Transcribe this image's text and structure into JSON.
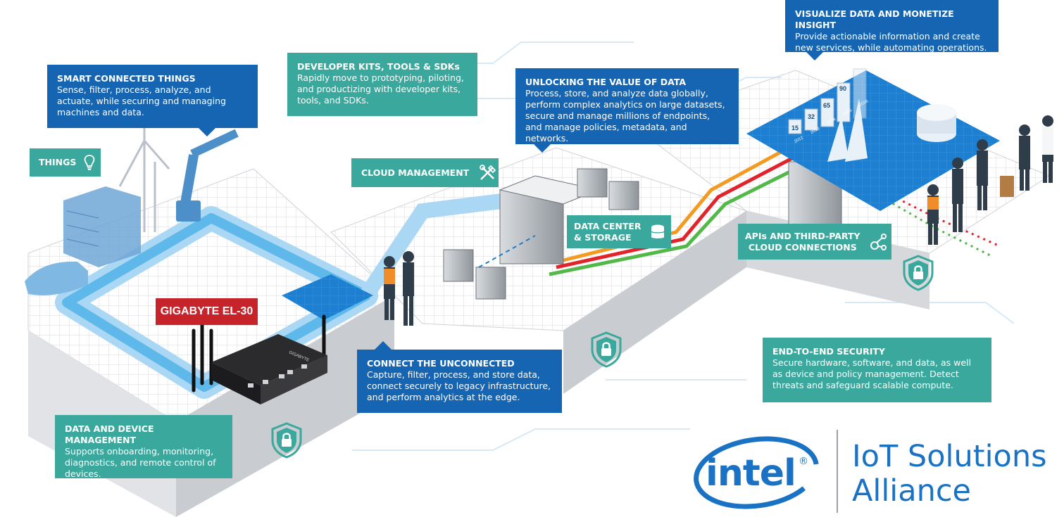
{
  "callouts": {
    "smart_things": {
      "title": "SMART CONNECTED THINGS",
      "text": "Sense, filter, process, analyze, and actuate, while securing and managing machines and data."
    },
    "developer_kits": {
      "title": "DEVELOPER KITS, TOOLS & SDKs",
      "text": "Rapidly move to prototyping, piloting, and productizing with developer kits, tools, and SDKs."
    },
    "unlocking": {
      "title": "UNLOCKING THE VALUE OF DATA",
      "text": "Process, store, and analyze data globally, perform complex analytics on large datasets, secure and manage millions of endpoints, and manage policies, metadata, and networks."
    },
    "visualize": {
      "title": "VISUALIZE DATA AND MONETIZE INSIGHT",
      "text": "Provide actionable information and create new services, while automating operations."
    },
    "connect": {
      "title": "CONNECT THE UNCONNECTED",
      "text": "Capture, filter, process, and store data, connect securely to legacy infrastructure, and perform analytics at the edge."
    },
    "data_device": {
      "title": "DATA AND DEVICE MANAGEMENT",
      "text": "Supports onboarding, monitoring, diagnostics, and remote control of devices."
    },
    "end_to_end": {
      "title": "END-TO-END SECURITY",
      "text": "Secure hardware, software, and data, as well as device and policy management. Detect threats and safeguard scalable compute."
    }
  },
  "tags": {
    "things": "THINGS",
    "cloud_management": "CLOUD MANAGEMENT",
    "data_center_1": "DATA CENTER",
    "data_center_2": "& STORAGE",
    "apis_1": "APIs AND THIRD-PARTY",
    "apis_2": "CLOUD CONNECTIONS",
    "gigabyte": "GIGABYTE EL-30",
    "device_brand": "GIGABYTE"
  },
  "dashboard": {
    "bars": [
      {
        "year": "2012",
        "value": "15"
      },
      {
        "year": "2013",
        "value": "32"
      },
      {
        "year": "2014",
        "value": "65"
      },
      {
        "year": "2015",
        "value": "90"
      },
      {
        "year": "2016",
        "value": ""
      }
    ]
  },
  "logo": {
    "word": "intel",
    "line1": "IoT Solutions",
    "line2": "Alliance"
  },
  "colors": {
    "blue_box": "#1565b3",
    "teal_box": "#3aa89c",
    "red_tag": "#c6242a",
    "intel_blue": "#1a72c4",
    "pipe_blue": "#5fb8ea",
    "line_orange": "#f39a21",
    "line_red": "#e0242a",
    "line_green": "#52b848"
  }
}
